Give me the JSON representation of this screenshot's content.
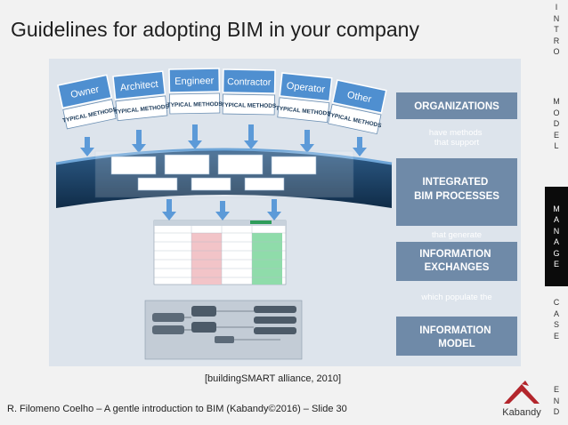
{
  "slide_title": "Guidelines for adopting BIM in your company",
  "sidenav": [
    {
      "letters": [
        "I",
        "N",
        "T",
        "R",
        "O"
      ],
      "active": false
    },
    {
      "letters": [
        "M",
        "O",
        "D",
        "E",
        "L"
      ],
      "active": false
    },
    {
      "letters": [
        "M",
        "A",
        "N",
        "A",
        "G",
        "E"
      ],
      "active": true
    },
    {
      "letters": [
        "C",
        "A",
        "S",
        "E"
      ],
      "active": false
    },
    {
      "letters": [
        "E",
        "N",
        "D"
      ],
      "active": false
    }
  ],
  "diagram": {
    "stakeholders": [
      {
        "name": "Owner",
        "methods": "TYPICAL METHODS"
      },
      {
        "name": "Architect",
        "methods": "TYPICAL METHODS"
      },
      {
        "name": "Engineer",
        "methods": "TYPICAL METHODS"
      },
      {
        "name": "Contractor",
        "methods": "TYPICAL METHODS"
      },
      {
        "name": "Operator",
        "methods": "TYPICAL METHODS"
      },
      {
        "name": "Other",
        "methods": "TYPICAL METHODS"
      }
    ],
    "right_column": {
      "organizations": "ORGANIZATIONS",
      "connector1": "have methods that support",
      "processes": "INTEGRATED BIM PROCESSES",
      "connector2": "that generate",
      "exchanges": "INFORMATION EXCHANGES",
      "connector3": "which populate the",
      "model": "INFORMATION MODEL"
    },
    "colors": {
      "blue": "#4f8fd0",
      "dark_navy": "#1c3b5a",
      "panel": "#7a98b6",
      "background": "#dfe5ec"
    }
  },
  "caption": "[buildingSMART alliance, 2010]",
  "footer": "R. Filomeno Coelho – A gentle introduction to BIM (Kabandy©2016) – Slide 30",
  "brand": {
    "name": "Kabandy",
    "color": "#b3262c"
  }
}
